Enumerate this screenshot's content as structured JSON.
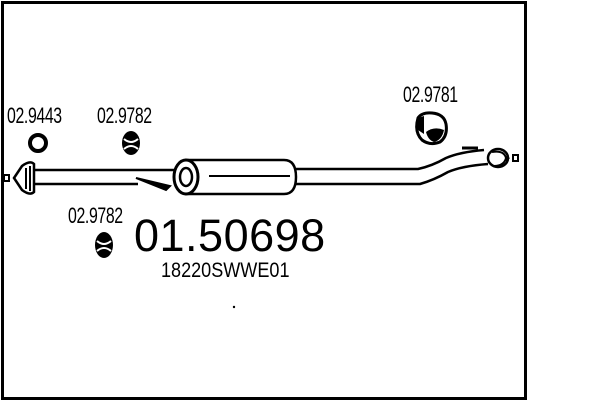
{
  "diagram": {
    "type": "exhaust-assembly",
    "main_part_number": "01.50698",
    "oem_reference": "18220SWWE01",
    "components": [
      {
        "id": "ring-gasket",
        "part_number": "02.9443",
        "icon": "ring-icon"
      },
      {
        "id": "rubber-hanger-top",
        "part_number": "02.9782",
        "icon": "rubber-mount-icon"
      },
      {
        "id": "rubber-hanger-bottom",
        "part_number": "02.9782",
        "icon": "rubber-mount-icon"
      },
      {
        "id": "rubber-hanger-rear",
        "part_number": "02.9781",
        "icon": "rubber-block-icon"
      }
    ],
    "colors": {
      "line": "#000000",
      "background": "#ffffff"
    }
  }
}
